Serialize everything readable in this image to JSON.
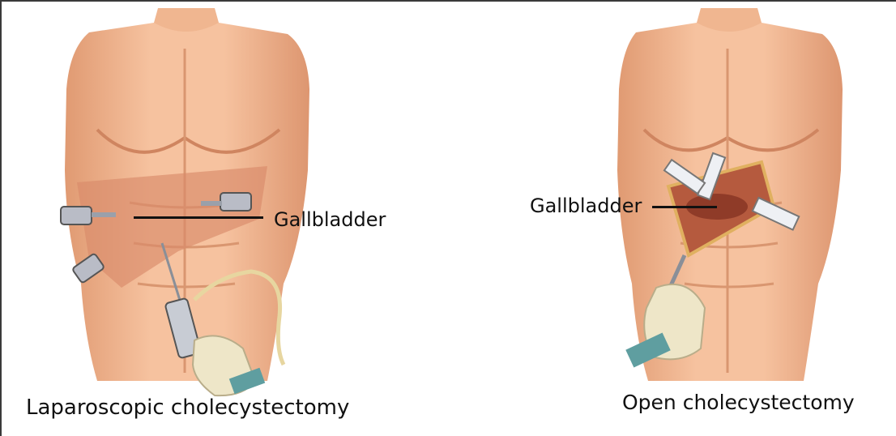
{
  "figure": {
    "left_panel": {
      "label": "Gallbladder",
      "caption": "Laparoscopic cholecystectomy"
    },
    "right_panel": {
      "label": "Gallbladder",
      "caption": "Open cholecystectomy"
    }
  },
  "colors": {
    "skin": "#f2b48e",
    "skin_shadow": "#d88a62",
    "skin_highlight": "#f8ccaa",
    "liver": "#d98b6a",
    "glove": "#eee6c8",
    "cuff": "#5f9ea0",
    "instrument": "#c8ccd4",
    "line": "#111111"
  }
}
